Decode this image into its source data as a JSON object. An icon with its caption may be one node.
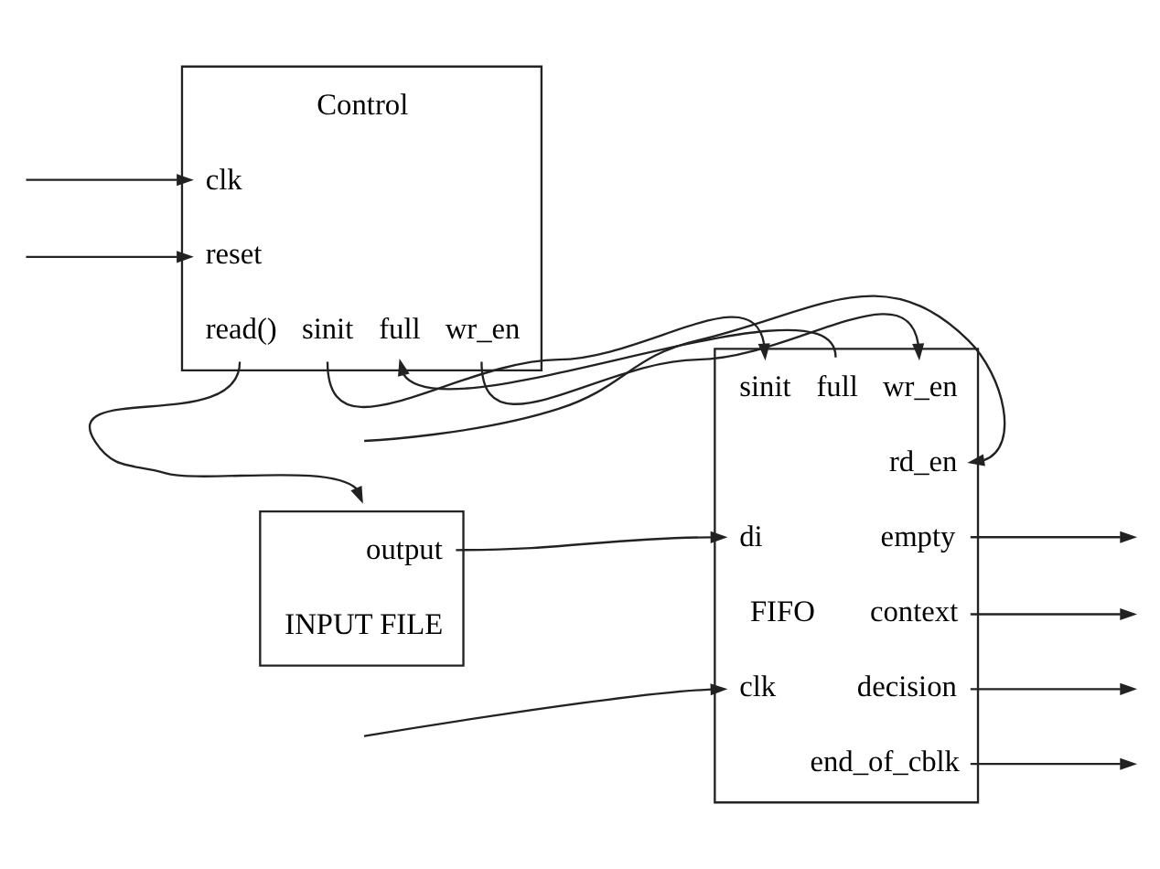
{
  "diagram": {
    "nodes": [
      {
        "text": [
          "Control",
          "clk",
          "reset",
          "read()",
          "sinit",
          "full",
          "wr_en"
        ]
      },
      {
        "text": [
          "output",
          "INPUT FILE"
        ]
      },
      {
        "text": [
          "sinit",
          "full",
          "wr_en",
          "rd_en",
          "di",
          "empty",
          "FIFO",
          "context",
          "clk",
          "decision",
          "end_of_cblk"
        ]
      }
    ],
    "edges": [
      {
        "from": null,
        "to": 0,
        "arrow": "to"
      },
      {
        "from": null,
        "to": 0,
        "arrow": "to"
      },
      {
        "from": 0,
        "to": 1,
        "arrow": "to"
      },
      {
        "from": 0,
        "to": 2,
        "arrow": "to"
      },
      {
        "from": 2,
        "to": 0,
        "arrow": "to"
      },
      {
        "from": 0,
        "to": 2,
        "arrow": "to"
      },
      {
        "from": 1,
        "to": 2,
        "arrow": "to"
      },
      {
        "from": null,
        "to": 2,
        "arrow": "to"
      },
      {
        "from": null,
        "to": 2,
        "arrow": "to"
      },
      {
        "from": 2,
        "to": null,
        "arrow": "to"
      },
      {
        "from": 2,
        "to": null,
        "arrow": "to"
      },
      {
        "from": 2,
        "to": null,
        "arrow": "to"
      },
      {
        "from": 2,
        "to": null,
        "arrow": "to"
      }
    ]
  }
}
